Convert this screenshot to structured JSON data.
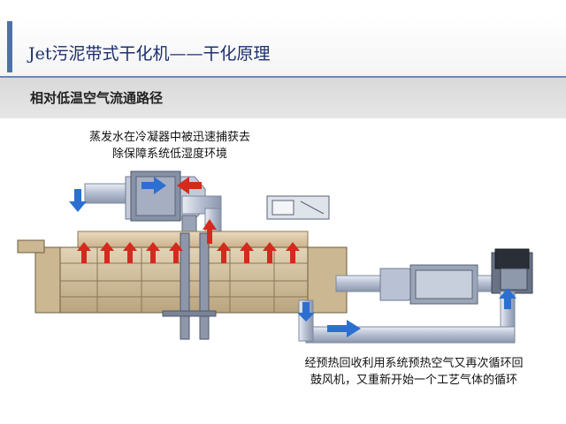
{
  "slide": {
    "title": "Jet污泥带式干化机——干化原理",
    "subtitle": "相对低温空气流通路径",
    "caption_top_line1": "蒸发水在冷凝器中被迅速捕获去",
    "caption_top_line2": "除保障系统低湿度环境",
    "caption_bottom_line1": "经预热回收利用系统预热空气又再次循环回",
    "caption_bottom_line2": "鼓风机，又重新开始一个工艺气体的循环"
  },
  "colors": {
    "accent": "#4f71a8",
    "hot_arrow": "#d42a1e",
    "cool_arrow": "#2c6fd1",
    "duct": "#b9c2d4",
    "dryer_body": "#d8c6a2"
  },
  "icons": [
    "red-up-arrow-icon",
    "blue-down-arrow-icon",
    "blue-right-arrow-icon",
    "blue-up-arrow-icon"
  ]
}
